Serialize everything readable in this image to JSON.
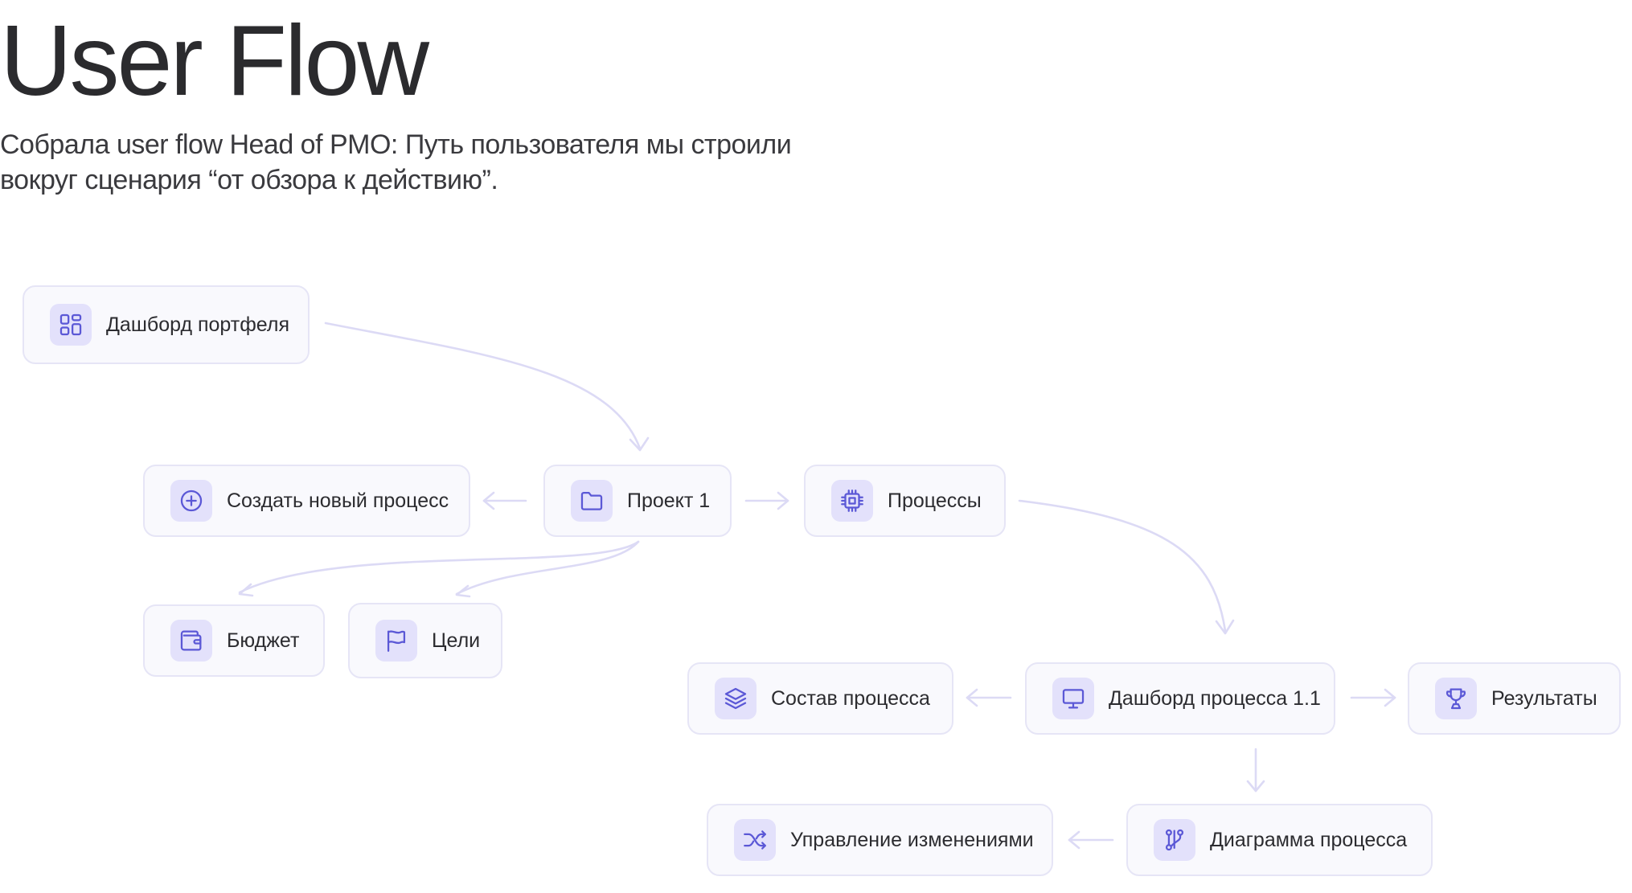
{
  "header": {
    "title": "User Flow",
    "description_lines": [
      "Собрала user flow Head of PMO: Путь пользователя мы строили",
      "вокруг сценария “от обзора к действию”."
    ]
  },
  "colors": {
    "accent": "#5b58d6",
    "icon_bg": "#e3e1fb",
    "node_bg": "#f9f9fd",
    "node_border": "#e6e5f6",
    "connector": "#dcdaf5"
  },
  "nodes": {
    "portfolio_dashboard": {
      "label": "Дашборд портфеля",
      "icon": "grid-icon"
    },
    "create_process": {
      "label": "Создать новый процесс",
      "icon": "plus-circle-icon"
    },
    "project": {
      "label": "Проект 1",
      "icon": "folder-icon"
    },
    "processes": {
      "label": "Процессы",
      "icon": "cpu-icon"
    },
    "budget": {
      "label": "Бюджет",
      "icon": "wallet-icon"
    },
    "goals": {
      "label": "Цели",
      "icon": "flag-icon"
    },
    "process_composition": {
      "label": "Состав процесса",
      "icon": "layers-icon"
    },
    "process_dashboard": {
      "label": "Дашборд процесса 1.1",
      "icon": "monitor-icon"
    },
    "results": {
      "label": "Результаты",
      "icon": "trophy-icon"
    },
    "change_management": {
      "label": "Управление изменениями",
      "icon": "shuffle-icon"
    },
    "process_diagram": {
      "label": "Диаграмма процесса",
      "icon": "git-branch-icon"
    }
  },
  "edges": [
    {
      "from": "portfolio_dashboard",
      "to": "project"
    },
    {
      "from": "project",
      "to": "create_process"
    },
    {
      "from": "project",
      "to": "processes"
    },
    {
      "from": "project",
      "to": "budget"
    },
    {
      "from": "project",
      "to": "goals"
    },
    {
      "from": "processes",
      "to": "process_dashboard"
    },
    {
      "from": "process_dashboard",
      "to": "process_composition"
    },
    {
      "from": "process_dashboard",
      "to": "results"
    },
    {
      "from": "process_dashboard",
      "to": "process_diagram"
    },
    {
      "from": "process_diagram",
      "to": "change_management"
    }
  ]
}
